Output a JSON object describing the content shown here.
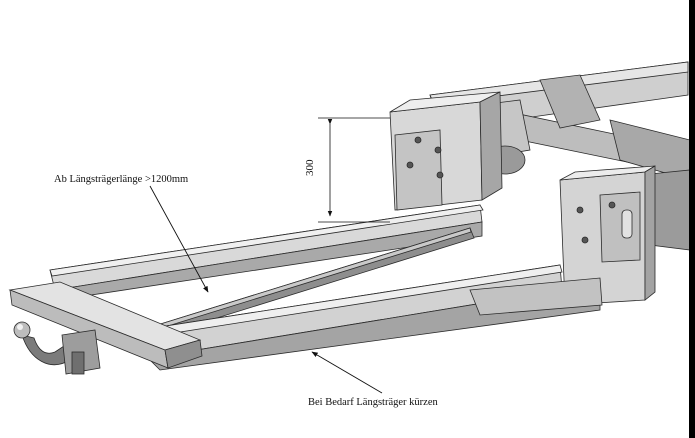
{
  "drawing": {
    "label_min_length": "Ab Längsträgerlänge >1200mm",
    "label_shorten": "Bei Bedarf Längsträger kürzen",
    "dimension_value": "300"
  },
  "colors": {
    "steel_light": "#d6d6d6",
    "steel_mid": "#a9a9a9",
    "steel_dark": "#6e6e6e",
    "line": "#2b2b2b",
    "text": "#111111",
    "edge_bar": "#000000"
  },
  "icons": [
    "tow-ball-icon",
    "dimension-arrow-icon",
    "leader-arrow-icon"
  ]
}
